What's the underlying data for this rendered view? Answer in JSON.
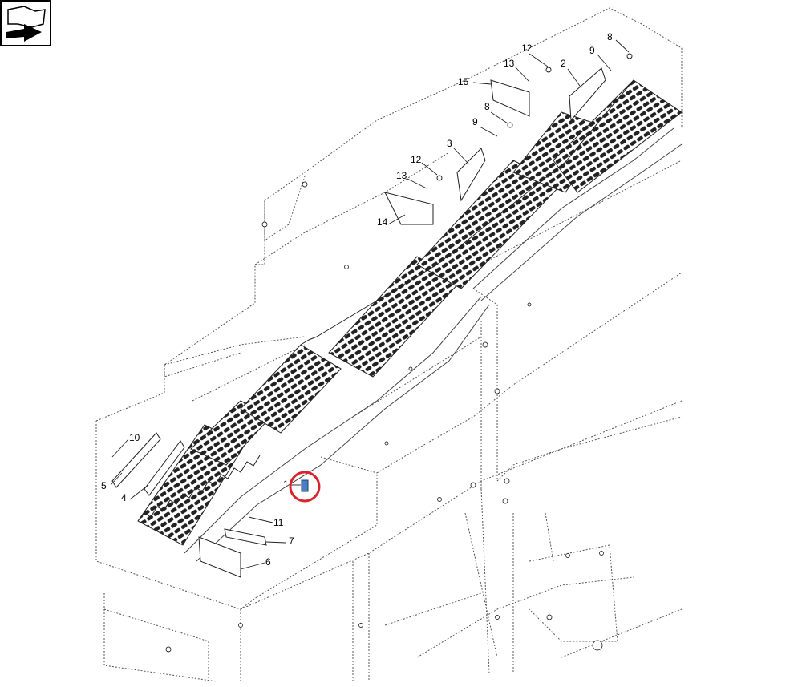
{
  "diagram": {
    "callouts": [
      {
        "id": "c12a",
        "text": "12"
      },
      {
        "id": "c13a",
        "text": "13"
      },
      {
        "id": "c2",
        "text": "2"
      },
      {
        "id": "c9a",
        "text": "9"
      },
      {
        "id": "c8a",
        "text": "8"
      },
      {
        "id": "c15",
        "text": "15"
      },
      {
        "id": "c8b",
        "text": "8"
      },
      {
        "id": "c9b",
        "text": "9"
      },
      {
        "id": "c3",
        "text": "3"
      },
      {
        "id": "c12b",
        "text": "12"
      },
      {
        "id": "c13b",
        "text": "13"
      },
      {
        "id": "c14",
        "text": "14"
      },
      {
        "id": "c10",
        "text": "10"
      },
      {
        "id": "c5",
        "text": "5"
      },
      {
        "id": "c4",
        "text": "4"
      },
      {
        "id": "c11",
        "text": "11"
      },
      {
        "id": "c7",
        "text": "7"
      },
      {
        "id": "c6",
        "text": "6"
      },
      {
        "id": "c1",
        "text": "1"
      }
    ],
    "highlight": {
      "color": "#d9232d",
      "target_callout": "1"
    },
    "marker_color": "#4a7fc1"
  }
}
